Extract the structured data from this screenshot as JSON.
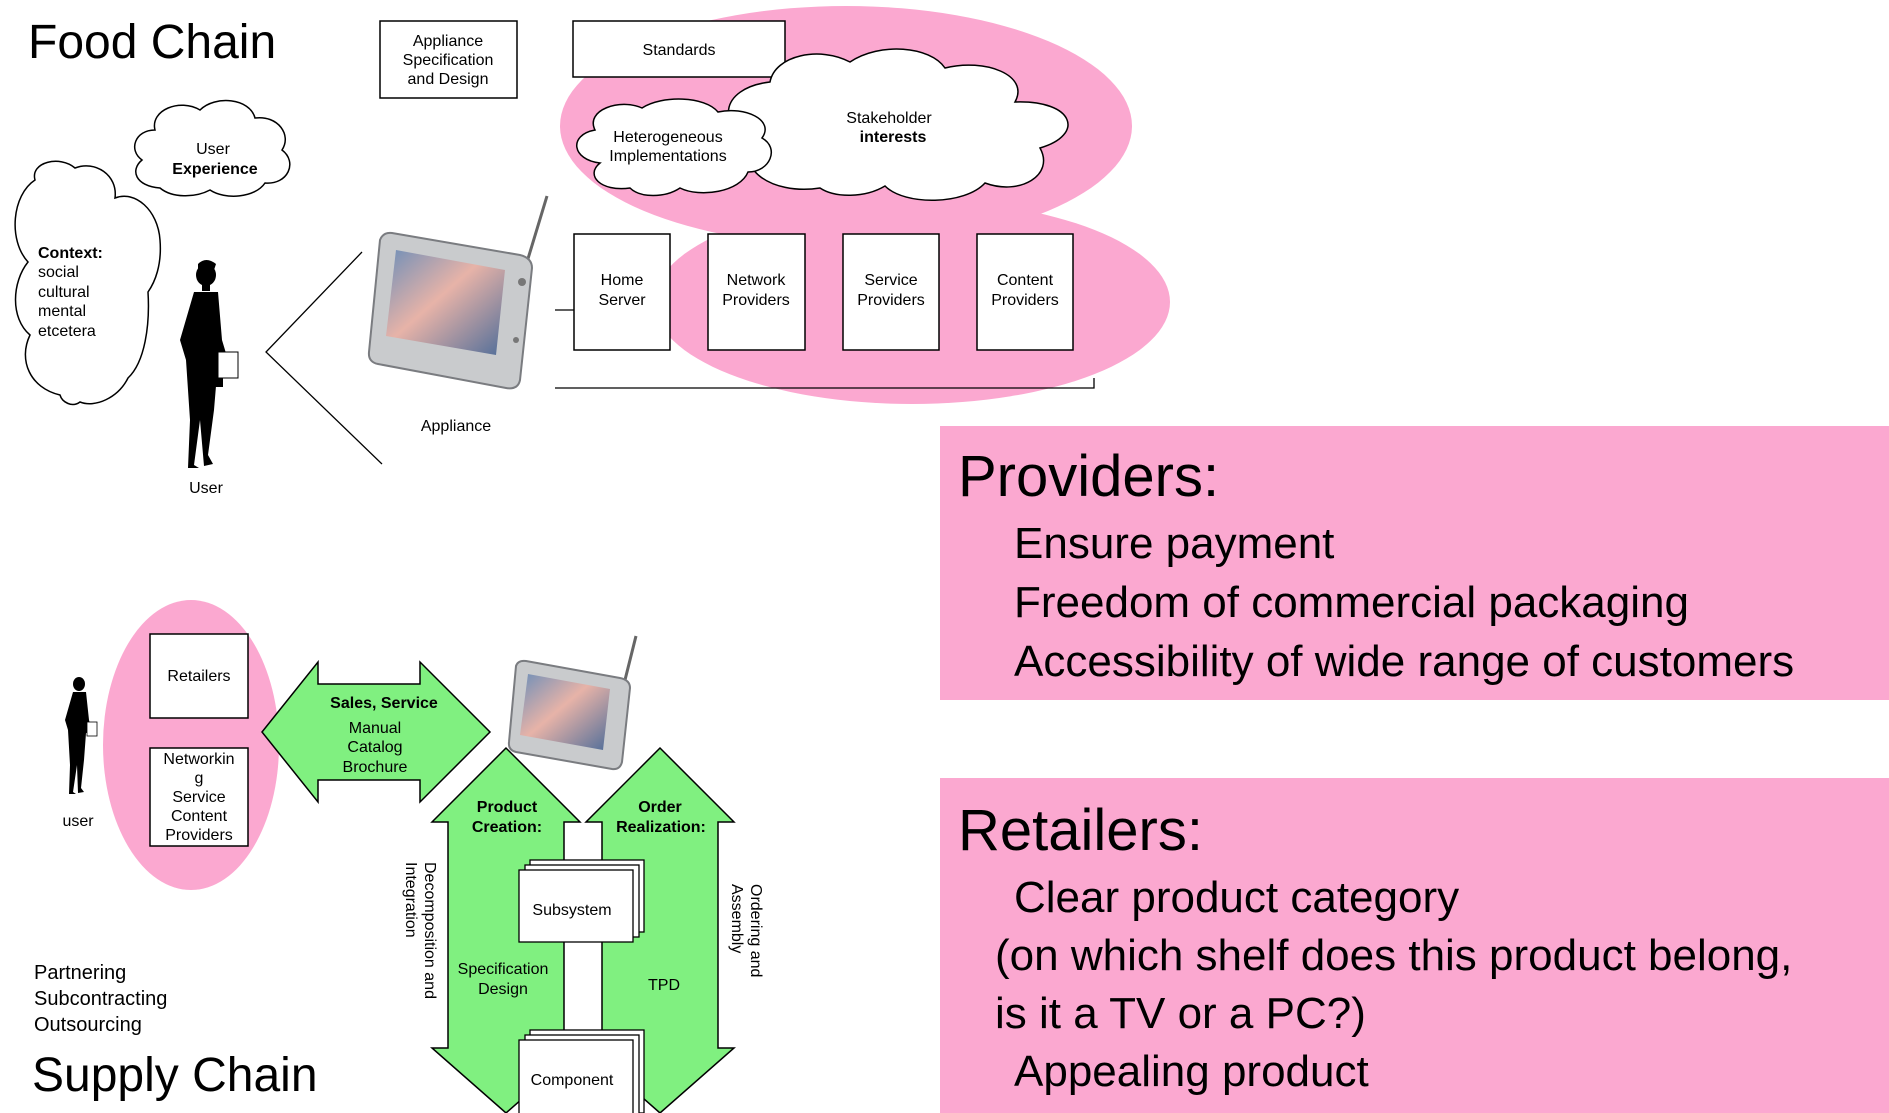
{
  "food_chain": {
    "title": "Food Chain",
    "boxes": {
      "appliance_spec": [
        "Appliance",
        "Specification",
        "and Design"
      ],
      "standards": "Standards",
      "home_server": [
        "Home",
        "Server"
      ],
      "network_providers": [
        "Network",
        "Providers"
      ],
      "service_providers": [
        "Service",
        "Providers"
      ],
      "content_providers": [
        "Content",
        "Providers"
      ]
    },
    "clouds": {
      "user_experience": [
        "User",
        "Experience"
      ],
      "context_title": "Context:",
      "context_items": [
        "social",
        "cultural",
        "mental",
        "etcetera"
      ],
      "heterogeneous": [
        "Heterogeneous",
        "Implementations"
      ],
      "stakeholder": [
        "Stakeholder",
        "interests"
      ]
    },
    "labels": {
      "appliance": "Appliance",
      "user": "User"
    }
  },
  "supply_chain": {
    "title": "Supply Chain",
    "retailers": "Retailers",
    "networking_box": [
      "Networkin",
      "g",
      "Service",
      "Content",
      "Providers"
    ],
    "user": "user",
    "partnering": [
      "Partnering",
      "Subcontracting",
      "Outsourcing"
    ],
    "sales_arrow": {
      "title": "Sales, Service",
      "items": [
        "Manual",
        "Catalog",
        "Brochure"
      ]
    },
    "product_creation": {
      "title": [
        "Product",
        "Creation:"
      ],
      "body": [
        "Specification",
        "Design"
      ],
      "side": [
        "Decomposition and",
        "Integration"
      ]
    },
    "order_realization": {
      "title": [
        "Order",
        "Realization:"
      ],
      "body": "TPD",
      "side": [
        "Ordering and",
        "Assembly"
      ]
    },
    "subsystem": "Subsystem",
    "component": "Component"
  },
  "providers_panel": {
    "title": "Providers:",
    "lines": [
      "Ensure payment",
      "Freedom of commercial packaging",
      "Accessibility of wide range of customers"
    ]
  },
  "retailers_panel": {
    "title": "Retailers:",
    "lines": [
      "Clear product category",
      "(on which shelf does this product belong,",
      "is it a TV or a PC?)",
      "Appealing product"
    ]
  },
  "colors": {
    "pink": "#fba8d0",
    "green": "#80f080"
  }
}
